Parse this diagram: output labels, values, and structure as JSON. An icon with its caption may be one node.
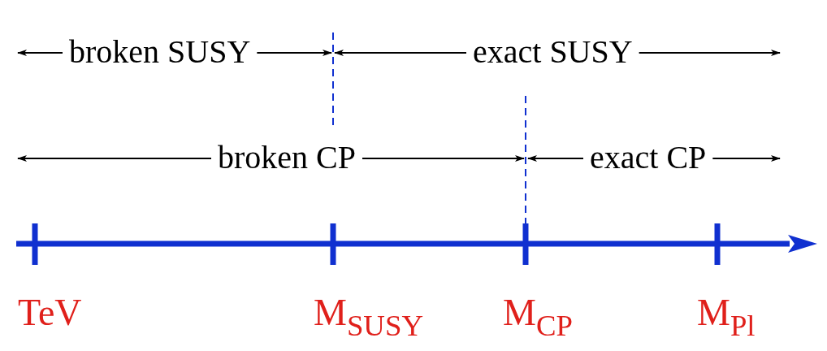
{
  "diagram": {
    "labels": [
      "broken SUSY",
      "exact SUSY",
      "broken CP",
      "exact CP",
      "TeV",
      "M$_{SUSY}$",
      "M$_{CP}$",
      "M$_{Pl}$"
    ]
  }
}
